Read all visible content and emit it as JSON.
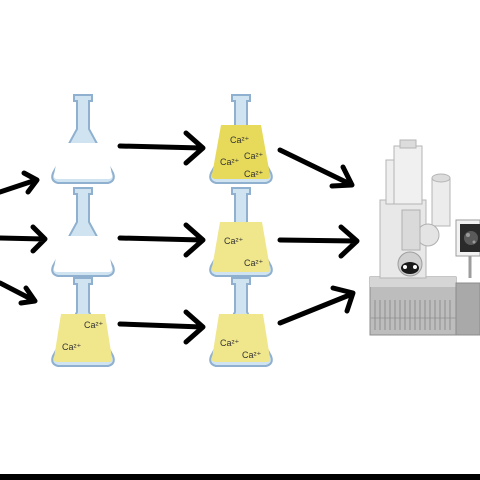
{
  "colors": {
    "flask_clear": "#ffffff",
    "flask_glass": "#cfe3f1",
    "flask_outline": "#8fb0cf",
    "solution_yellow": "#f0e68c",
    "solution_yellow_deep": "#e7da5a",
    "arrow": "#000000",
    "instrument_light": "#e6e6e6",
    "instrument_mid": "#bdbdbd",
    "instrument_dark": "#8c8c8c"
  },
  "columns": [
    {
      "name": "initial-flasks",
      "flasks": [
        {
          "fill": "clear",
          "labels": []
        },
        {
          "fill": "clear",
          "labels": []
        },
        {
          "fill": "yellow",
          "labels": [
            "Ca²⁺",
            "Ca²⁺"
          ]
        }
      ]
    },
    {
      "name": "calcium-flasks",
      "flasks": [
        {
          "fill": "yellow_deep",
          "labels": [
            "Ca²⁺",
            "Ca²⁺",
            "Ca²⁺",
            "Ca²⁺"
          ]
        },
        {
          "fill": "yellow",
          "labels": [
            "Ca²⁺",
            "Ca²⁺"
          ]
        },
        {
          "fill": "yellow",
          "labels": [
            "Ca²⁺",
            "Ca²⁺"
          ]
        }
      ]
    }
  ],
  "instrument": {
    "icon": "electron-microscope-icon"
  }
}
